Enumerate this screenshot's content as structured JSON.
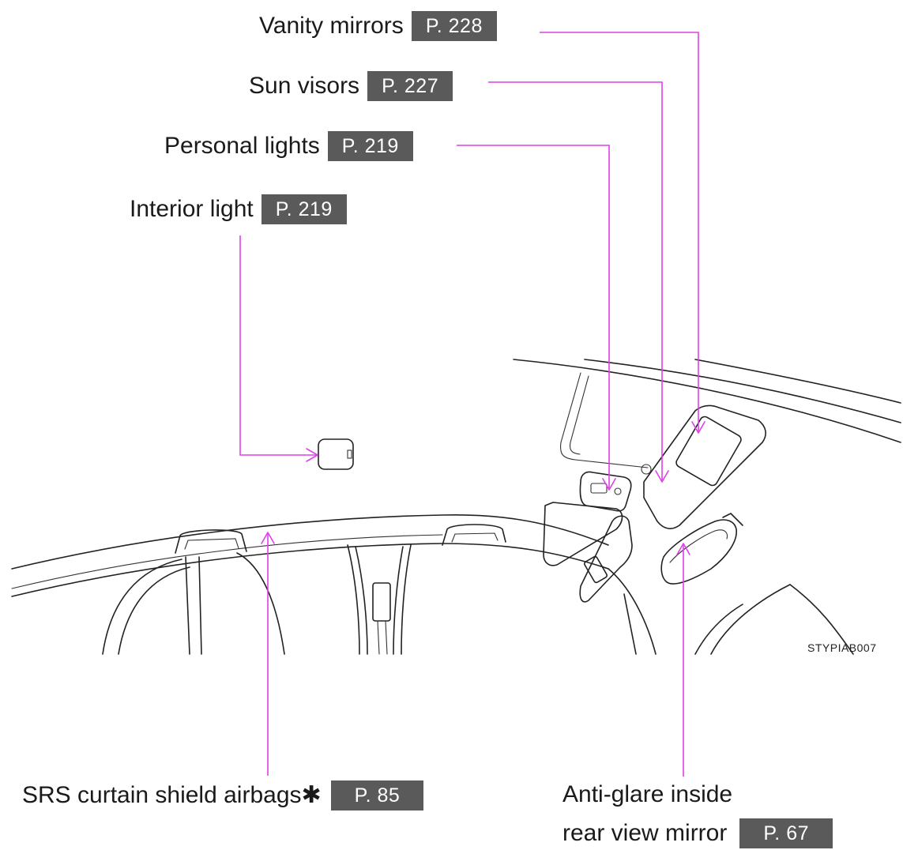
{
  "callouts": {
    "vanity": {
      "label": "Vanity mirrors",
      "page": "P. 228"
    },
    "visors": {
      "label": "Sun visors",
      "page": "P. 227"
    },
    "personal": {
      "label": "Personal lights",
      "page": "P. 219"
    },
    "interior": {
      "label": "Interior light",
      "page": "P. 219"
    },
    "srs": {
      "label": "SRS curtain shield airbags✱",
      "page": "P. 85"
    },
    "antiglare": {
      "line1": "Anti-glare inside",
      "line2": "rear view mirror",
      "page": "P. 67"
    }
  },
  "figure_code": "STYPIAB007",
  "colors": {
    "leader": "#e040e8",
    "badge": "#5a5a5a",
    "ink": "#222222"
  }
}
